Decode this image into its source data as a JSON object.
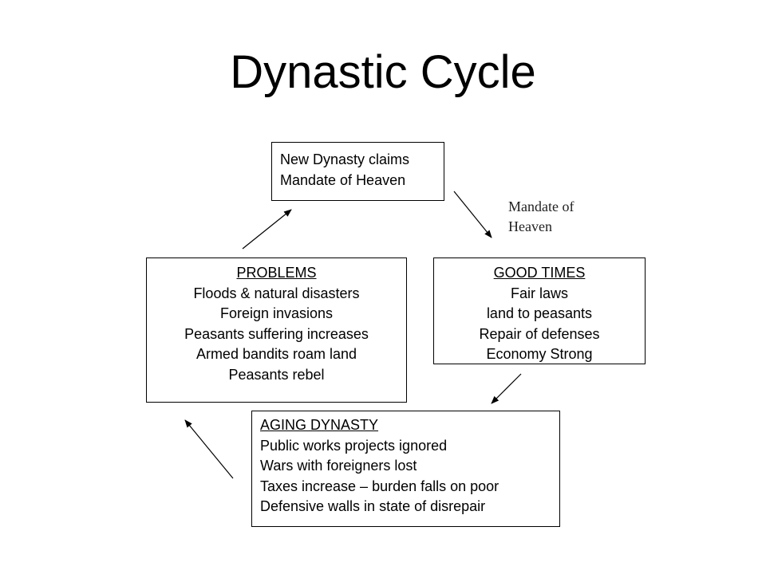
{
  "title": "Dynastic Cycle",
  "nodes": {
    "new_dynasty": {
      "lines": [
        "New Dynasty claims",
        "Mandate of Heaven"
      ]
    },
    "good_times": {
      "heading": "GOOD TIMES",
      "lines": [
        "Fair laws",
        "land to peasants",
        "Repair of defenses",
        "Economy Strong"
      ]
    },
    "aging_dynasty": {
      "heading": "AGING DYNASTY",
      "lines": [
        "Public works projects ignored",
        "Wars with foreigners lost",
        "Taxes increase – burden falls on poor",
        "Defensive walls in state of disrepair"
      ]
    },
    "problems": {
      "heading": "PROBLEMS",
      "lines": [
        "Floods & natural disasters",
        "Foreign invasions",
        "Peasants suffering increases",
        "Armed bandits roam land",
        "Peasants rebel"
      ]
    }
  },
  "annotation": {
    "lines": [
      "Mandate of",
      "Heaven"
    ]
  },
  "edges": [
    {
      "from": "new_dynasty",
      "to": "good_times"
    },
    {
      "from": "good_times",
      "to": "aging_dynasty"
    },
    {
      "from": "aging_dynasty",
      "to": "problems"
    },
    {
      "from": "problems",
      "to": "new_dynasty"
    }
  ],
  "colors": {
    "line": "#000000",
    "background": "#ffffff"
  }
}
